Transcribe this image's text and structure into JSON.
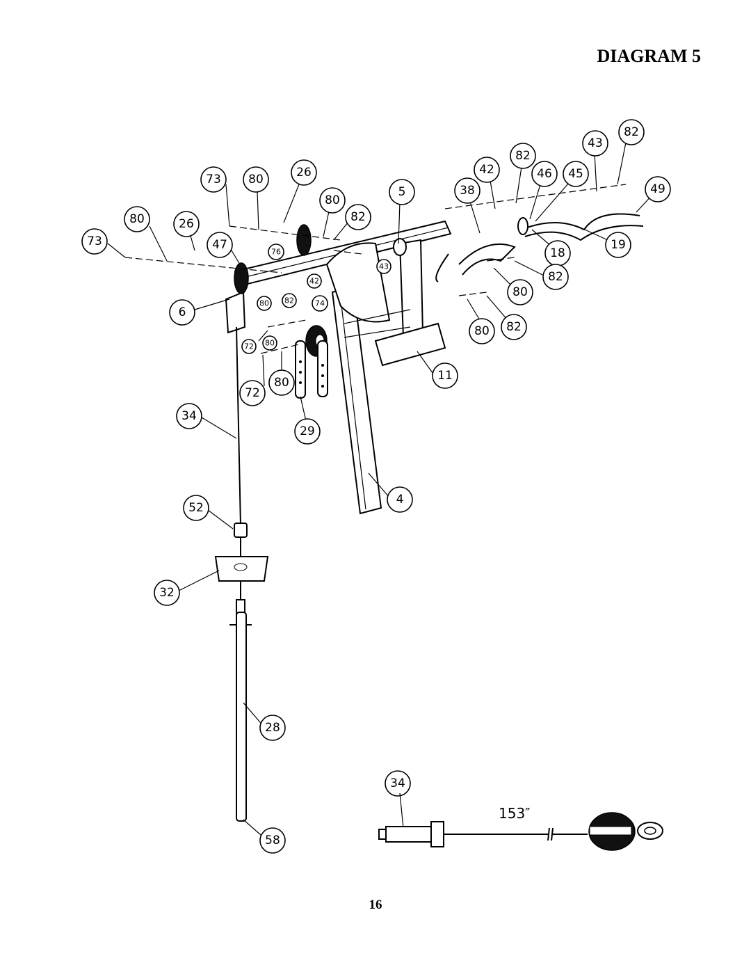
{
  "title": "DIAGRAM 5",
  "page_number": "16",
  "callouts": [
    "73",
    "80",
    "26",
    "73",
    "80",
    "26",
    "47",
    "80",
    "82",
    "5",
    "76",
    "42",
    "43",
    "74",
    "6",
    "80",
    "82",
    "72",
    "80",
    "72",
    "80",
    "29",
    "34",
    "52",
    "32",
    "28",
    "58",
    "4",
    "11",
    "38",
    "42",
    "82",
    "43",
    "82",
    "46",
    "45",
    "49",
    "18",
    "19",
    "82",
    "80",
    "80",
    "82"
  ],
  "cable_detail": {
    "part_label": "34",
    "length": "153″"
  }
}
